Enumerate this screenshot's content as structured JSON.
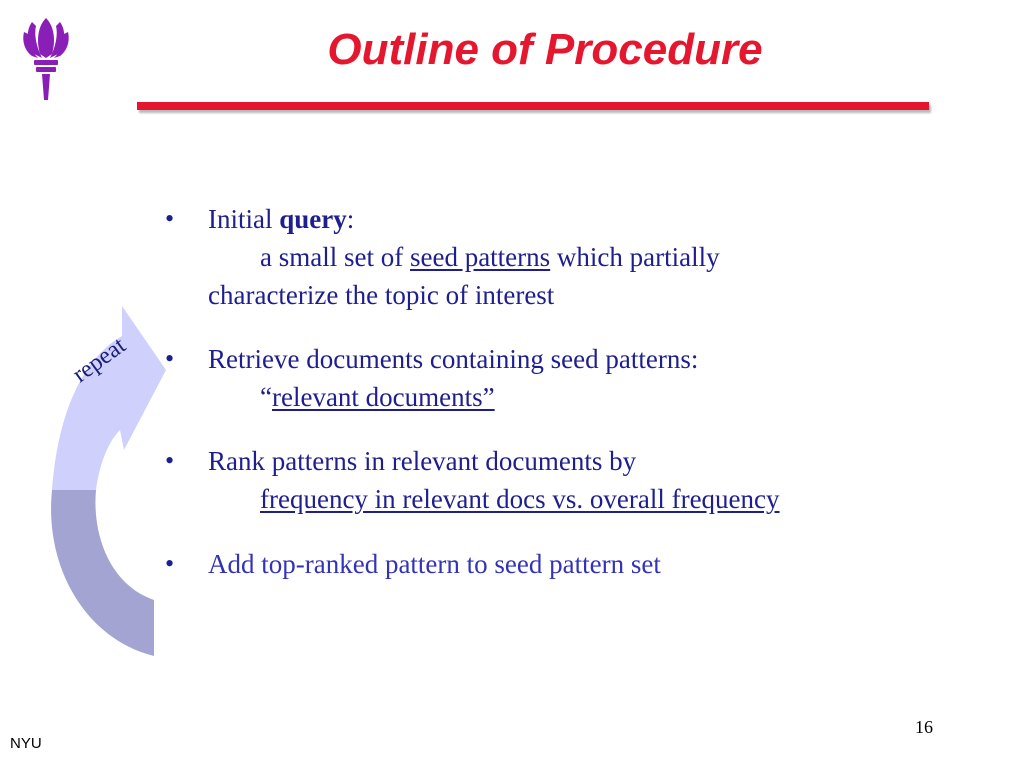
{
  "slide": {
    "title": "Outline of Procedure",
    "repeat_label": "repeat",
    "bullets": [
      {
        "line1_plain": "Initial ",
        "line1_bold": "query",
        "line1_end": ":",
        "line2_plain": "a small set of ",
        "line2_link": "seed patterns",
        "line2_end": " which partially",
        "line3": "characterize the topic of interest"
      },
      {
        "line1": "Retrieve documents containing seed patterns:",
        "line2_open_quote": "“",
        "line2_link": "relevant documents”"
      },
      {
        "line1": "Rank patterns in relevant documents by",
        "line2_link": "frequency in relevant docs vs. overall frequency"
      },
      {
        "line1": "Add top-ranked pattern to seed pattern set"
      }
    ],
    "page_number": "16",
    "footer_org": "NYU"
  },
  "colors": {
    "title": "#e5172f",
    "body_text": "#1e1e8f",
    "arrow_light": "#cfd0fb",
    "arrow_dark": "#a3a4d2",
    "logo_purple": "#8a1fb8"
  },
  "icons": {
    "logo": "nyu-torch-icon",
    "bullet": "bullet-dot-icon",
    "cycle": "repeat-arrow-icon"
  }
}
